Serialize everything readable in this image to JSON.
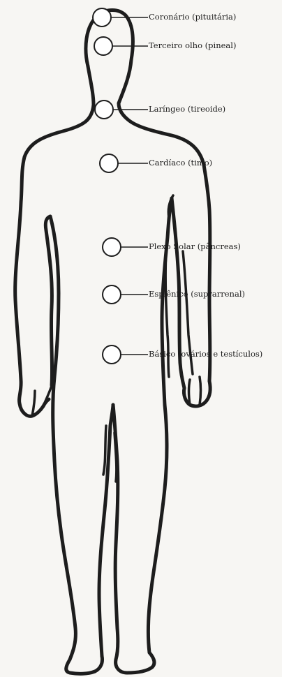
{
  "chakras": [
    {
      "label": "Coronário (pituitária)"
    },
    {
      "label": "Terceiro olho (pineal)"
    },
    {
      "label": "Laríngeo (tireoide)"
    },
    {
      "label": "Cardíaco (timo)"
    },
    {
      "label": "Plexo Solar (pâncreas)"
    },
    {
      "label": "Esplênico (suprarrenal)"
    },
    {
      "label": "Básico (ovários e testículos)"
    }
  ]
}
